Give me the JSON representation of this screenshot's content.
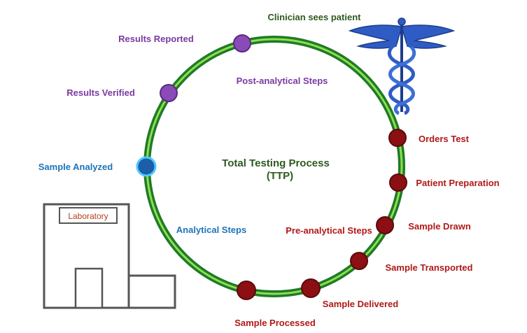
{
  "center": {
    "title_line1": "Total Testing Process",
    "title_line2": "(TTP)"
  },
  "top_label": "Clinician sees patient",
  "phases": {
    "post": "Post-analytical Steps",
    "analytical": "Analytical Steps",
    "pre": "Pre-analytical Steps"
  },
  "steps": [
    {
      "label": "Results Reported",
      "phase": "post"
    },
    {
      "label": "Results Verified",
      "phase": "post"
    },
    {
      "label": "Sample Analyzed",
      "phase": "analytical"
    },
    {
      "label": "Orders Test",
      "phase": "pre"
    },
    {
      "label": "Patient Preparation",
      "phase": "pre"
    },
    {
      "label": "Sample Drawn",
      "phase": "pre"
    },
    {
      "label": "Sample Transported",
      "phase": "pre"
    },
    {
      "label": "Sample Delivered",
      "phase": "pre"
    },
    {
      "label": "Sample Processed",
      "phase": "pre"
    }
  ],
  "laboratory": {
    "sign": "Laboratory"
  },
  "colors": {
    "ring_dark": "#1f7a2a",
    "ring_light": "#8ee04a",
    "post": "#7a3aa0",
    "post_node": "#8a4bb8",
    "analytical": "#1f74b8",
    "analytical_node": "#1a5fa8",
    "pre": "#b01818",
    "pre_node": "#8c0f14",
    "caduceus": "#2f5cc4"
  }
}
